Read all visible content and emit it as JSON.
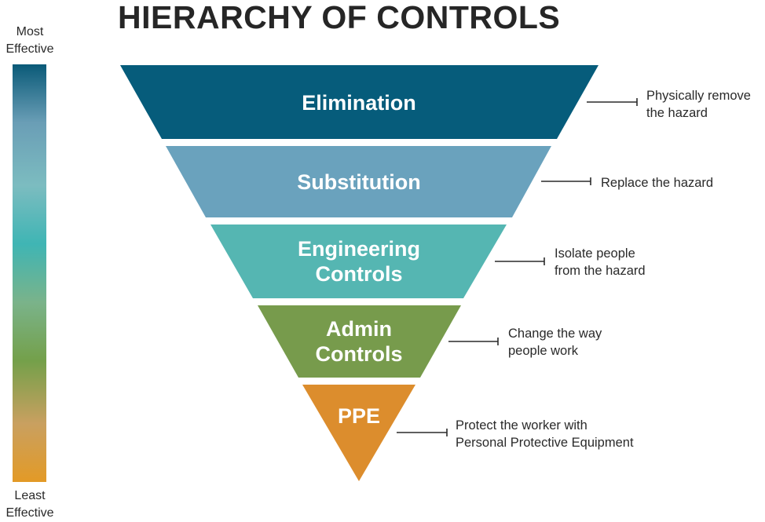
{
  "title": "HIERARCHY OF CONTROLS",
  "scale": {
    "top_label_line1": "Most",
    "top_label_line2": "Effective",
    "bottom_label_line1": "Least",
    "bottom_label_line2": "Effective",
    "gradient_colors": [
      "#0a5a78",
      "#6a9eb6",
      "#7cbcc0",
      "#3fb5b4",
      "#7ab38a",
      "#74a04a",
      "#c9a060",
      "#e39a26"
    ]
  },
  "tiers": [
    {
      "label": [
        "Elimination"
      ],
      "description": [
        "Physically remove",
        "the hazard"
      ],
      "color": "#065c7b"
    },
    {
      "label": [
        "Substitution"
      ],
      "description": [
        "Replace the hazard"
      ],
      "color": "#6aa2bd"
    },
    {
      "label": [
        "Engineering",
        "Controls"
      ],
      "description": [
        "Isolate people",
        "from the hazard"
      ],
      "color": "#55b6b2"
    },
    {
      "label": [
        "Admin",
        "Controls"
      ],
      "description": [
        "Change the way",
        "people work"
      ],
      "color": "#779b4c"
    },
    {
      "label": [
        "PPE"
      ],
      "description": [
        "Protect the worker with",
        "Personal Protective Equipment"
      ],
      "color": "#dc8d2d"
    }
  ]
}
